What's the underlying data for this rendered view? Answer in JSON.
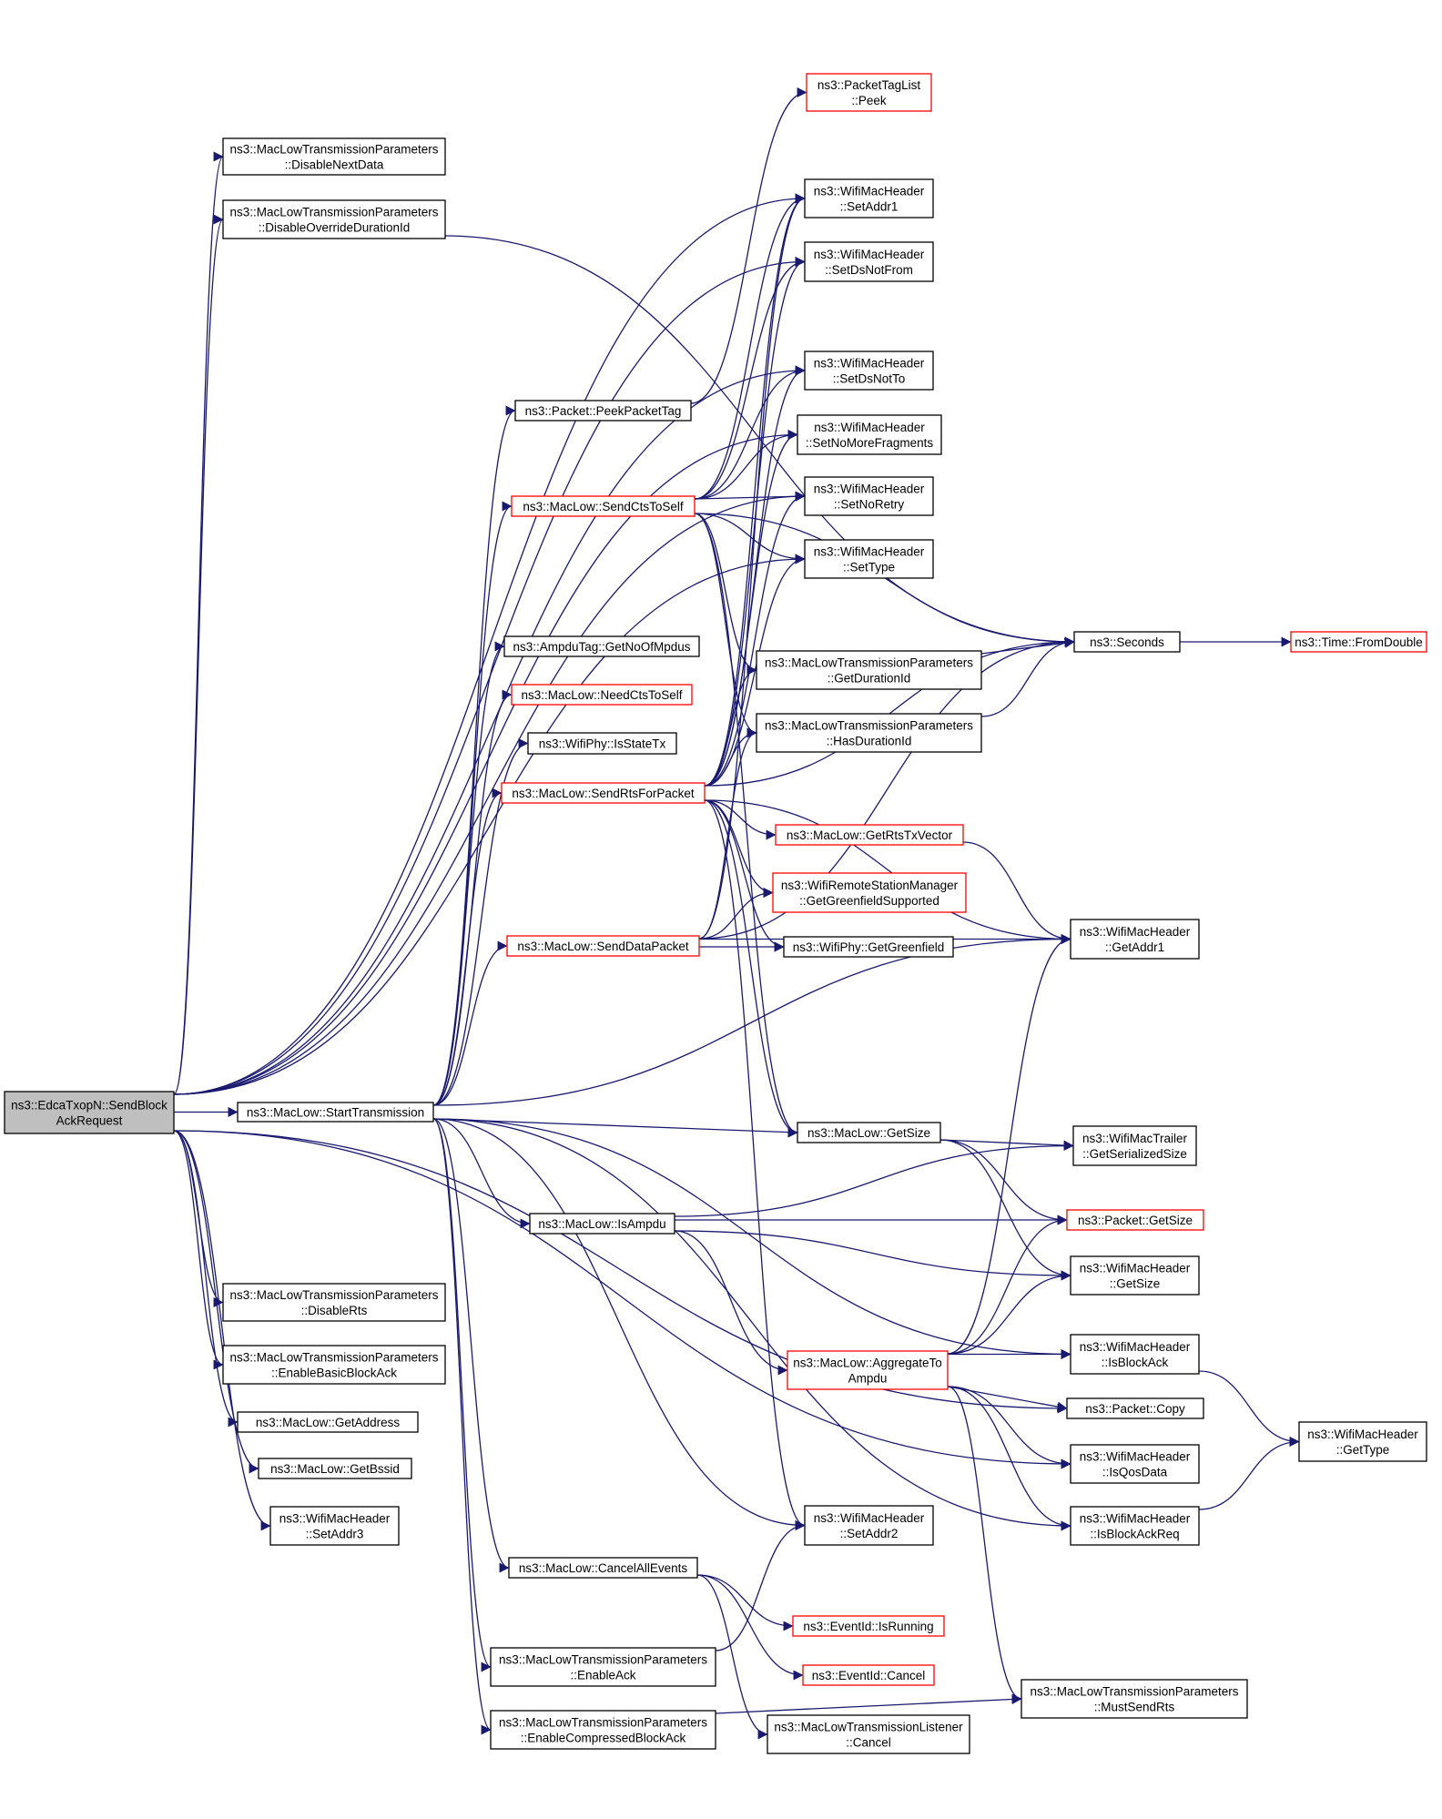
{
  "colors": {
    "edge": "#191970",
    "normal_border": "#000000",
    "truncated_border": "#ff0000",
    "root_fill": "#bfbfbf",
    "node_fill": "#ffffff"
  },
  "nodes": {
    "root": {
      "lines": [
        "ns3::EdcaTxopN::SendBlock",
        "AckRequest"
      ]
    },
    "disable_next_data": {
      "lines": [
        "ns3::MacLowTransmissionParameters",
        "::DisableNextData"
      ]
    },
    "disable_override_duration": {
      "lines": [
        "ns3::MacLowTransmissionParameters",
        "::DisableOverrideDurationId"
      ]
    },
    "start_transmission": {
      "lines": [
        "ns3::MacLow::StartTransmission"
      ]
    },
    "disable_rts": {
      "lines": [
        "ns3::MacLowTransmissionParameters",
        "::DisableRts"
      ]
    },
    "enable_basic_block_ack": {
      "lines": [
        "ns3::MacLowTransmissionParameters",
        "::EnableBasicBlockAck"
      ]
    },
    "get_address": {
      "lines": [
        "ns3::MacLow::GetAddress"
      ]
    },
    "get_bssid": {
      "lines": [
        "ns3::MacLow::GetBssid"
      ]
    },
    "set_addr3": {
      "lines": [
        "ns3::WifiMacHeader",
        "::SetAddr3"
      ]
    },
    "peek_packet_tag": {
      "lines": [
        "ns3::Packet::PeekPacketTag"
      ]
    },
    "send_cts_to_self": {
      "lines": [
        "ns3::MacLow::SendCtsToSelf"
      ]
    },
    "get_no_of_mpdus": {
      "lines": [
        "ns3::AmpduTag::GetNoOfMpdus"
      ]
    },
    "need_cts_to_self": {
      "lines": [
        "ns3::MacLow::NeedCtsToSelf"
      ]
    },
    "is_state_tx": {
      "lines": [
        "ns3::WifiPhy::IsStateTx"
      ]
    },
    "send_rts_for_packet": {
      "lines": [
        "ns3::MacLow::SendRtsForPacket"
      ]
    },
    "send_data_packet": {
      "lines": [
        "ns3::MacLow::SendDataPacket"
      ]
    },
    "is_ampdu": {
      "lines": [
        "ns3::MacLow::IsAmpdu"
      ]
    },
    "cancel_all_events": {
      "lines": [
        "ns3::MacLow::CancelAllEvents"
      ]
    },
    "enable_ack": {
      "lines": [
        "ns3::MacLowTransmissionParameters",
        "::EnableAck"
      ]
    },
    "enable_compressed_block_ack": {
      "lines": [
        "ns3::MacLowTransmissionParameters",
        "::EnableCompressedBlockAck"
      ]
    },
    "packet_tag_list_peek": {
      "lines": [
        "ns3::PacketTagList",
        "::Peek"
      ]
    },
    "set_addr1": {
      "lines": [
        "ns3::WifiMacHeader",
        "::SetAddr1"
      ]
    },
    "set_ds_not_from": {
      "lines": [
        "ns3::WifiMacHeader",
        "::SetDsNotFrom"
      ]
    },
    "set_ds_not_to": {
      "lines": [
        "ns3::WifiMacHeader",
        "::SetDsNotTo"
      ]
    },
    "set_no_more_fragments": {
      "lines": [
        "ns3::WifiMacHeader",
        "::SetNoMoreFragments"
      ]
    },
    "set_no_retry": {
      "lines": [
        "ns3::WifiMacHeader",
        "::SetNoRetry"
      ]
    },
    "set_type": {
      "lines": [
        "ns3::WifiMacHeader",
        "::SetType"
      ]
    },
    "get_duration_id": {
      "lines": [
        "ns3::MacLowTransmissionParameters",
        "::GetDurationId"
      ]
    },
    "has_duration_id": {
      "lines": [
        "ns3::MacLowTransmissionParameters",
        "::HasDurationId"
      ]
    },
    "get_rts_tx_vector": {
      "lines": [
        "ns3::MacLow::GetRtsTxVector"
      ]
    },
    "get_greenfield_supported": {
      "lines": [
        "ns3::WifiRemoteStationManager",
        "::GetGreenfieldSupported"
      ]
    },
    "get_greenfield": {
      "lines": [
        "ns3::WifiPhy::GetGreenfield"
      ]
    },
    "mac_low_get_size": {
      "lines": [
        "ns3::MacLow::GetSize"
      ]
    },
    "aggregate_to_ampdu": {
      "lines": [
        "ns3::MacLow::AggregateTo",
        "Ampdu"
      ]
    },
    "set_addr2": {
      "lines": [
        "ns3::WifiMacHeader",
        "::SetAddr2"
      ]
    },
    "event_is_running": {
      "lines": [
        "ns3::EventId::IsRunning"
      ]
    },
    "event_cancel": {
      "lines": [
        "ns3::EventId::Cancel"
      ]
    },
    "listener_cancel": {
      "lines": [
        "ns3::MacLowTransmissionListener",
        "::Cancel"
      ]
    },
    "seconds": {
      "lines": [
        "ns3::Seconds"
      ]
    },
    "get_addr1": {
      "lines": [
        "ns3::WifiMacHeader",
        "::GetAddr1"
      ]
    },
    "get_serialized_size": {
      "lines": [
        "ns3::WifiMacTrailer",
        "::GetSerializedSize"
      ]
    },
    "packet_get_size": {
      "lines": [
        "ns3::Packet::GetSize"
      ]
    },
    "header_get_size": {
      "lines": [
        "ns3::WifiMacHeader",
        "::GetSize"
      ]
    },
    "is_block_ack": {
      "lines": [
        "ns3::WifiMacHeader",
        "::IsBlockAck"
      ]
    },
    "packet_copy": {
      "lines": [
        "ns3::Packet::Copy"
      ]
    },
    "is_qos_data": {
      "lines": [
        "ns3::WifiMacHeader",
        "::IsQosData"
      ]
    },
    "is_block_ack_req": {
      "lines": [
        "ns3::WifiMacHeader",
        "::IsBlockAckReq"
      ]
    },
    "must_send_rts": {
      "lines": [
        "ns3::MacLowTransmissionParameters",
        "::MustSendRts"
      ]
    },
    "time_from_double": {
      "lines": [
        "ns3::Time::FromDouble"
      ]
    },
    "header_get_type": {
      "lines": [
        "ns3::WifiMacHeader",
        "::GetType"
      ]
    }
  }
}
